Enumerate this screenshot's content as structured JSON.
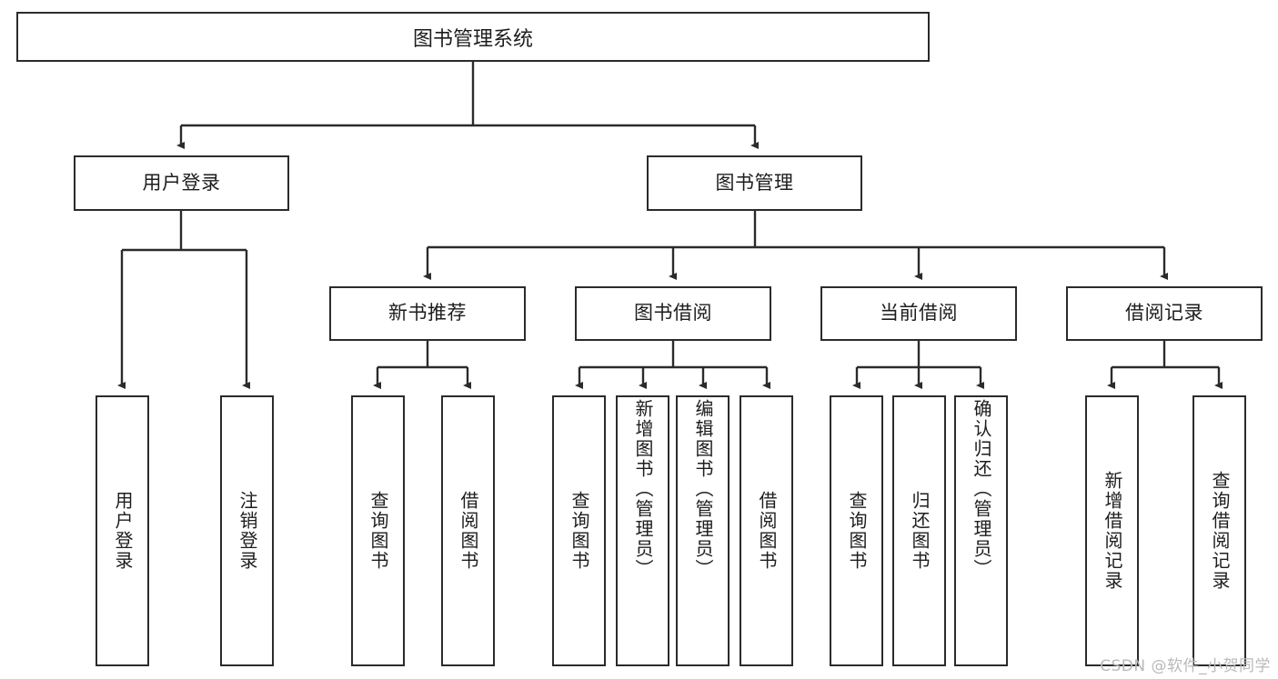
{
  "diagram": {
    "type": "tree",
    "title": "图书管理系统",
    "watermark": "CSDN @软件_小贺同学",
    "levels": {
      "root": {
        "label": "图书管理系统"
      },
      "level2": [
        {
          "label": "用户登录"
        },
        {
          "label": "图书管理"
        }
      ],
      "level3": [
        {
          "label": "新书推荐"
        },
        {
          "label": "图书借阅"
        },
        {
          "label": "当前借阅"
        },
        {
          "label": "借阅记录"
        }
      ]
    },
    "leaves": {
      "user_login": [
        {
          "label": "用户登录"
        },
        {
          "label": "注销登录"
        }
      ],
      "new_book_recommend": [
        {
          "label": "查询图书"
        },
        {
          "label": "借阅图书"
        }
      ],
      "book_borrow": [
        {
          "label": "查询图书"
        },
        {
          "label": "新增图书（管理员）"
        },
        {
          "label": "编辑图书（管理员）"
        },
        {
          "label": "借阅图书"
        }
      ],
      "current_borrow": [
        {
          "label": "查询图书"
        },
        {
          "label": "归还图书"
        },
        {
          "label": "确认归还（管理员）"
        }
      ],
      "borrow_record": [
        {
          "label": "新增借阅记录"
        },
        {
          "label": "查询借阅记录"
        }
      ]
    },
    "colors": {
      "stroke": "#2b2b2b",
      "fill": "#ffffff",
      "text": "#1d1d1d",
      "watermark": "#b9b9b9"
    }
  }
}
